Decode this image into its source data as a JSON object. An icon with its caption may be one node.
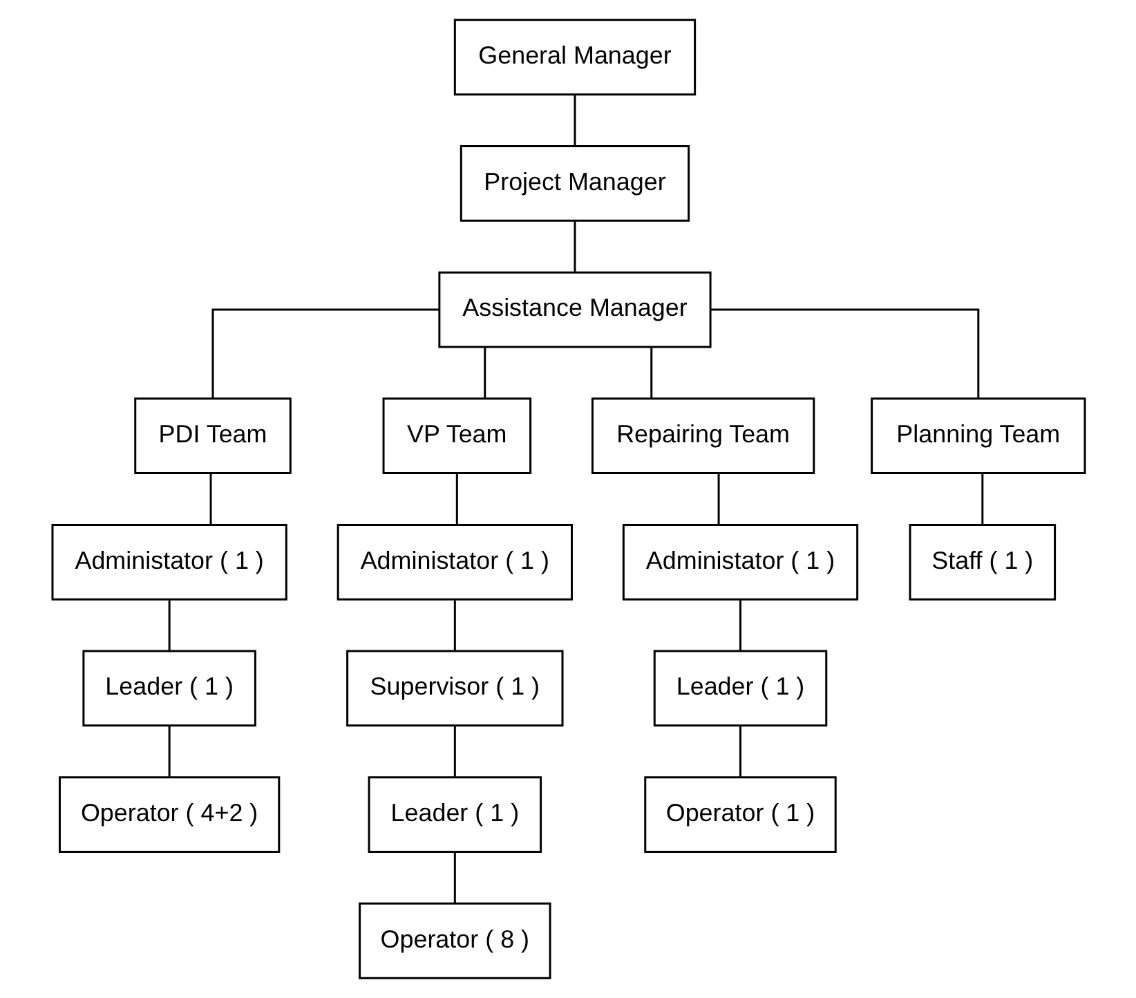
{
  "diagram": {
    "nodes": [
      {
        "text": [
          "General Manager"
        ]
      },
      {
        "text": [
          "Project Manager"
        ]
      },
      {
        "text": [
          "Assistance Manager"
        ]
      },
      {
        "text": [
          "PDI Team"
        ]
      },
      {
        "text": [
          "VP Team"
        ]
      },
      {
        "text": [
          "Repairing Team"
        ]
      },
      {
        "text": [
          "Planning Team"
        ]
      },
      {
        "text": [
          "Administator ( 1 )"
        ]
      },
      {
        "text": [
          "Leader ( 1 )"
        ]
      },
      {
        "text": [
          "Operator ( 4+2 )"
        ]
      },
      {
        "text": [
          "Administator ( 1 )"
        ]
      },
      {
        "text": [
          "Supervisor ( 1 )"
        ]
      },
      {
        "text": [
          "Leader ( 1 )"
        ]
      },
      {
        "text": [
          "Operator ( 8 )"
        ]
      },
      {
        "text": [
          "Administator ( 1 )"
        ]
      },
      {
        "text": [
          "Leader ( 1 )"
        ]
      },
      {
        "text": [
          "Operator ( 1 )"
        ]
      },
      {
        "text": [
          "Staff ( 1 )"
        ]
      }
    ],
    "edges": [
      {
        "from": 0,
        "to": 1,
        "arrow": "none"
      },
      {
        "from": 1,
        "to": 2,
        "arrow": "none"
      },
      {
        "from": 2,
        "to": 3,
        "arrow": "none"
      },
      {
        "from": 2,
        "to": 4,
        "arrow": "none"
      },
      {
        "from": 2,
        "to": 5,
        "arrow": "none"
      },
      {
        "from": 2,
        "to": 6,
        "arrow": "none"
      },
      {
        "from": 3,
        "to": 7,
        "arrow": "none"
      },
      {
        "from": 7,
        "to": 8,
        "arrow": "none"
      },
      {
        "from": 8,
        "to": 9,
        "arrow": "none"
      },
      {
        "from": 4,
        "to": 10,
        "arrow": "none"
      },
      {
        "from": 10,
        "to": 11,
        "arrow": "none"
      },
      {
        "from": 11,
        "to": 12,
        "arrow": "none"
      },
      {
        "from": 12,
        "to": 13,
        "arrow": "none"
      },
      {
        "from": 5,
        "to": 14,
        "arrow": "none"
      },
      {
        "from": 14,
        "to": 15,
        "arrow": "none"
      },
      {
        "from": 15,
        "to": 16,
        "arrow": "none"
      },
      {
        "from": 6,
        "to": 17,
        "arrow": "none"
      }
    ]
  }
}
